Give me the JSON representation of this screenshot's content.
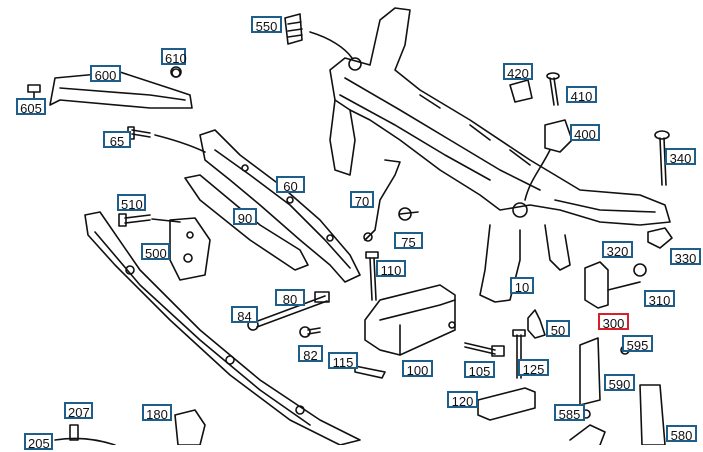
{
  "colors": {
    "callout_border": "#1d5f8a",
    "highlight_border": "#d8202a",
    "line": "#111111"
  },
  "callouts": [
    {
      "id": "550",
      "label": "550"
    },
    {
      "id": "610",
      "label": "610"
    },
    {
      "id": "600",
      "label": "600"
    },
    {
      "id": "605",
      "label": "605"
    },
    {
      "id": "65",
      "label": "65"
    },
    {
      "id": "420",
      "label": "420"
    },
    {
      "id": "410",
      "label": "410"
    },
    {
      "id": "400",
      "label": "400"
    },
    {
      "id": "340",
      "label": "340"
    },
    {
      "id": "60",
      "label": "60"
    },
    {
      "id": "510",
      "label": "510"
    },
    {
      "id": "90",
      "label": "90"
    },
    {
      "id": "70",
      "label": "70"
    },
    {
      "id": "75",
      "label": "75"
    },
    {
      "id": "500",
      "label": "500"
    },
    {
      "id": "320",
      "label": "320"
    },
    {
      "id": "330",
      "label": "330"
    },
    {
      "id": "110",
      "label": "110"
    },
    {
      "id": "10",
      "label": "10"
    },
    {
      "id": "310",
      "label": "310"
    },
    {
      "id": "80",
      "label": "80"
    },
    {
      "id": "84",
      "label": "84"
    },
    {
      "id": "50",
      "label": "50"
    },
    {
      "id": "300",
      "label": "300",
      "highlight": true
    },
    {
      "id": "595",
      "label": "595"
    },
    {
      "id": "82",
      "label": "82"
    },
    {
      "id": "115",
      "label": "115"
    },
    {
      "id": "100",
      "label": "100"
    },
    {
      "id": "105",
      "label": "105"
    },
    {
      "id": "125",
      "label": "125"
    },
    {
      "id": "590",
      "label": "590"
    },
    {
      "id": "120",
      "label": "120"
    },
    {
      "id": "207",
      "label": "207"
    },
    {
      "id": "180",
      "label": "180"
    },
    {
      "id": "585",
      "label": "585"
    },
    {
      "id": "580",
      "label": "580"
    },
    {
      "id": "205",
      "label": "205"
    }
  ]
}
